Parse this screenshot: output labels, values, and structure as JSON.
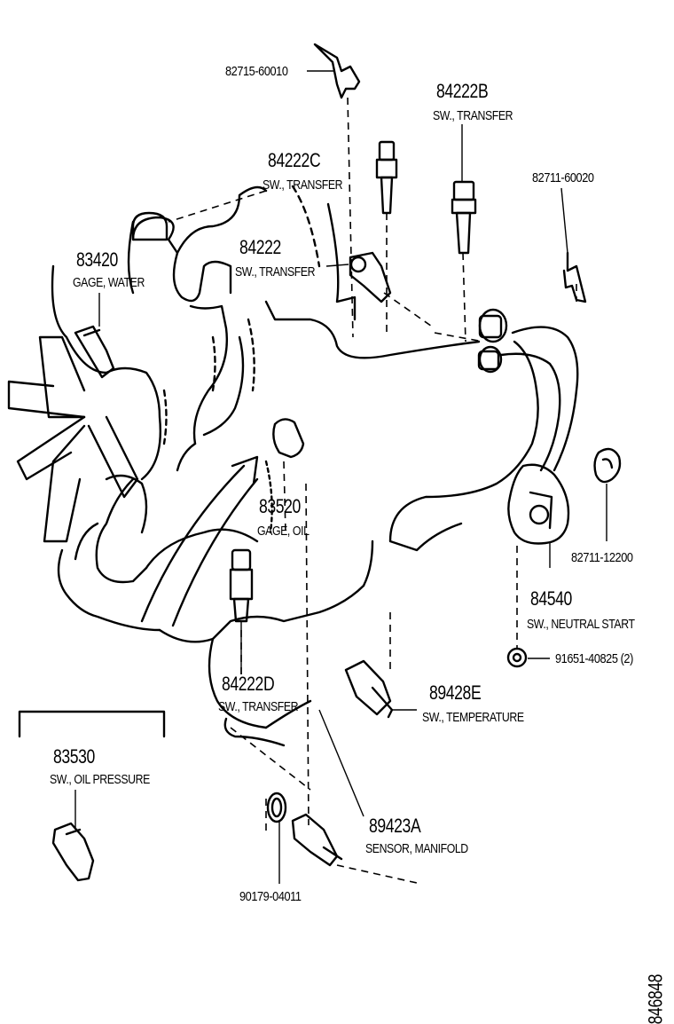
{
  "parts": {
    "p82715": {
      "number": "82715-60010"
    },
    "p84222b": {
      "number": "84222B",
      "name": "SW., TRANSFER"
    },
    "p84222c": {
      "number": "84222C",
      "name": "SW., TRANSFER"
    },
    "p82711a": {
      "number": "82711-60020"
    },
    "p83420": {
      "number": "83420",
      "name": "GAGE, WATER"
    },
    "p84222": {
      "number": "84222",
      "name": "SW., TRANSFER"
    },
    "p83520": {
      "number": "83520",
      "name": "GAGE, OIL"
    },
    "p82711b": {
      "number": "82711-12200"
    },
    "p84540": {
      "number": "84540",
      "name": "SW., NEUTRAL START"
    },
    "p91651": {
      "number": "91651-40825 (2)"
    },
    "p89428e": {
      "number": "89428E",
      "name": "SW., TEMPERATURE"
    },
    "p84222d": {
      "number": "84222D",
      "name": "SW., TRANSFER"
    },
    "p83530": {
      "number": "83530",
      "name": "SW., OIL PRESSURE"
    },
    "p89423a": {
      "number": "89423A",
      "name": "SENSOR, MANIFOLD"
    },
    "p90179": {
      "number": "90179-04011"
    }
  },
  "figure_code": "846848"
}
